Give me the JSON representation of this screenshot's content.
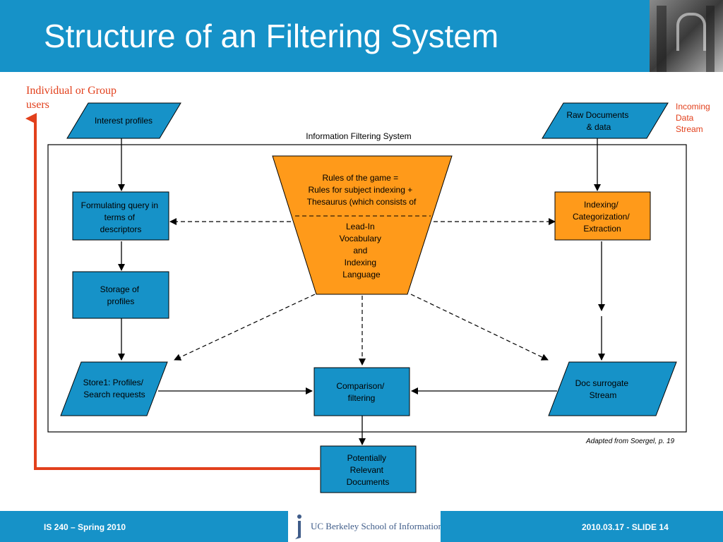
{
  "slide": {
    "title": "Structure of an Filtering System",
    "users_label": [
      "Individual or Group",
      "users"
    ],
    "incoming_label": [
      "Incoming",
      "Data",
      "Stream"
    ],
    "credit": "Adapted from Soergel,  p. 19"
  },
  "diagram": {
    "system_label": "Information Filtering System",
    "interest_profiles": [
      "Interest profiles"
    ],
    "raw_documents": [
      "Raw Documents",
      "& data"
    ],
    "formulating_query": [
      "Formulating query in",
      "terms of",
      "descriptors"
    ],
    "storage_profiles": [
      "Storage of",
      "profiles"
    ],
    "store1": [
      "Store1: Profiles/",
      "Search requests"
    ],
    "comparison": [
      "Comparison/",
      "filtering"
    ],
    "doc_surrogate": [
      "Doc surrogate",
      "Stream"
    ],
    "indexing": [
      "Indexing/",
      "Categorization/",
      "Extraction"
    ],
    "potentially_relevant": [
      "Potentially",
      "Relevant",
      "Documents"
    ],
    "rules_top": [
      "Rules of the game =",
      "Rules for subject indexing +",
      "Thesaurus (which consists of"
    ],
    "rules_bottom": [
      "Lead-In",
      "Vocabulary",
      "and",
      "Indexing",
      "Language"
    ]
  },
  "footer": {
    "course": "IS 240 – Spring 2010",
    "school": "UC Berkeley School of Information",
    "slide_ref": "2010.03.17 -  SLIDE 14"
  },
  "colors": {
    "header_blue": "#1692c8",
    "box_blue": "#1692c8",
    "orange": "#ff9a1a",
    "arrow_red": "#e2401c"
  }
}
